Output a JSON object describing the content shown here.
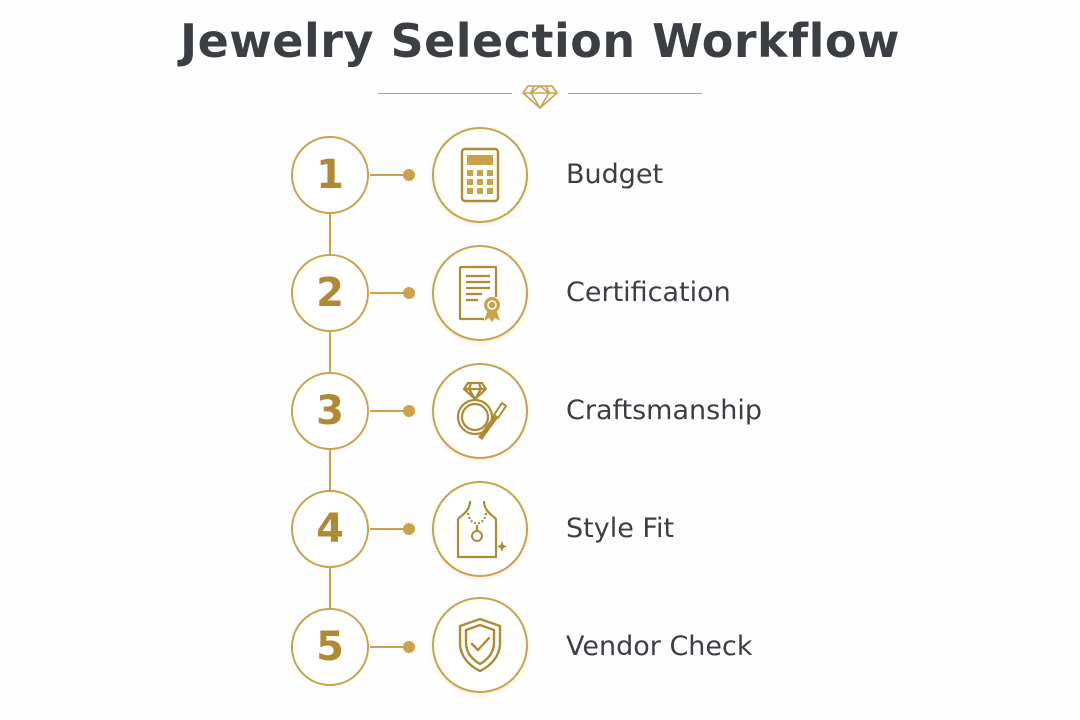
{
  "title": "Jewelry Selection Workflow",
  "colors": {
    "gold": "#c9a24a",
    "gold_dark": "#b08a33",
    "text": "#3b3f44",
    "background": "#fefefe"
  },
  "divider_icon": "diamond-icon",
  "steps": [
    {
      "number": "1",
      "label": "Budget",
      "icon": "calculator-icon"
    },
    {
      "number": "2",
      "label": "Certification",
      "icon": "certificate-icon"
    },
    {
      "number": "3",
      "label": "Craftsmanship",
      "icon": "ring-tool-icon"
    },
    {
      "number": "4",
      "label": "Style Fit",
      "icon": "necklace-bust-icon"
    },
    {
      "number": "5",
      "label": "Vendor Check",
      "icon": "shield-check-icon"
    }
  ]
}
